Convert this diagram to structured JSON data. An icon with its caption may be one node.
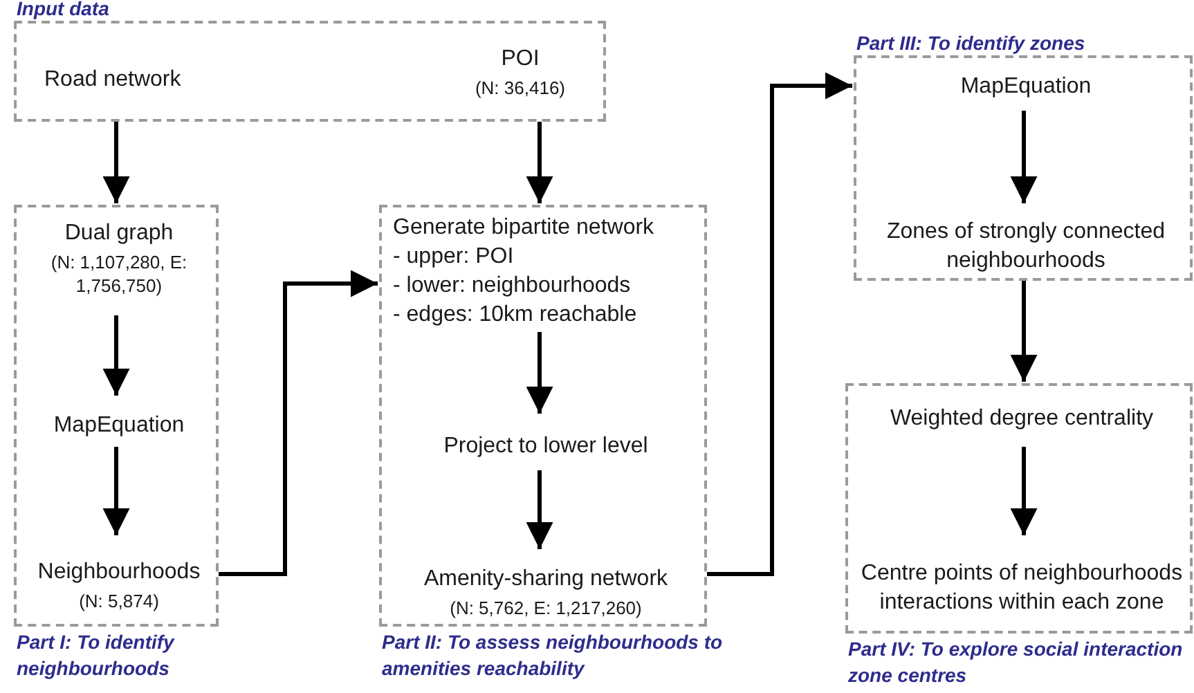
{
  "diagram": {
    "nodes": [
      {
        "text": [
          "Input data"
        ]
      },
      {
        "text": [
          "Road network"
        ],
        "in": 0
      },
      {
        "text": [
          "POI",
          "(N: 36,416)"
        ],
        "in": 0
      },
      {
        "text": [
          "Part I: To identify neighbourhoods"
        ]
      },
      {
        "text": [
          "Dual graph",
          "(N: 1,107,280, E: 1,756,750)"
        ],
        "in": 3
      },
      {
        "text": [
          "MapEquation"
        ],
        "in": 3
      },
      {
        "text": [
          "Neighbourhoods",
          "(N: 5,874)"
        ],
        "in": 3
      },
      {
        "text": [
          "Part II: To assess neighbourhoods to amenities reachability"
        ]
      },
      {
        "text": [
          "Generate bipartite network",
          "- upper: POI",
          "- lower: neighbourhoods",
          "- edges: 10km reachable"
        ],
        "in": 7
      },
      {
        "text": [
          "Project to lower level"
        ],
        "in": 7
      },
      {
        "text": [
          "Amenity-sharing network",
          "(N: 5,762, E: 1,217,260)"
        ],
        "in": 7
      },
      {
        "text": [
          "Part III: To identify zones"
        ]
      },
      {
        "text": [
          "MapEquation"
        ],
        "in": 11
      },
      {
        "text": [
          "Zones of strongly connected neighbourhoods"
        ],
        "in": 11
      },
      {
        "text": [
          "Part IV: To explore social interaction zone centres"
        ]
      },
      {
        "text": [
          "Weighted degree centrality"
        ],
        "in": 14
      },
      {
        "text": [
          "Centre points of neighbourhoods interactions within each zone"
        ],
        "in": 14
      }
    ],
    "edges": [
      {
        "from": 1,
        "to": 4,
        "arrow": "to"
      },
      {
        "from": 2,
        "to": 8,
        "arrow": "to"
      },
      {
        "from": 4,
        "to": 5,
        "arrow": "to"
      },
      {
        "from": 5,
        "to": 6,
        "arrow": "to"
      },
      {
        "from": 6,
        "to": 8,
        "arrow": "to"
      },
      {
        "from": 8,
        "to": 9,
        "arrow": "to"
      },
      {
        "from": 9,
        "to": 10,
        "arrow": "to"
      },
      {
        "from": 10,
        "to": 12,
        "arrow": "to"
      },
      {
        "from": 12,
        "to": 13,
        "arrow": "to"
      },
      {
        "from": 13,
        "to": 15,
        "arrow": "to"
      },
      {
        "from": 15,
        "to": 16,
        "arrow": "to"
      }
    ]
  }
}
